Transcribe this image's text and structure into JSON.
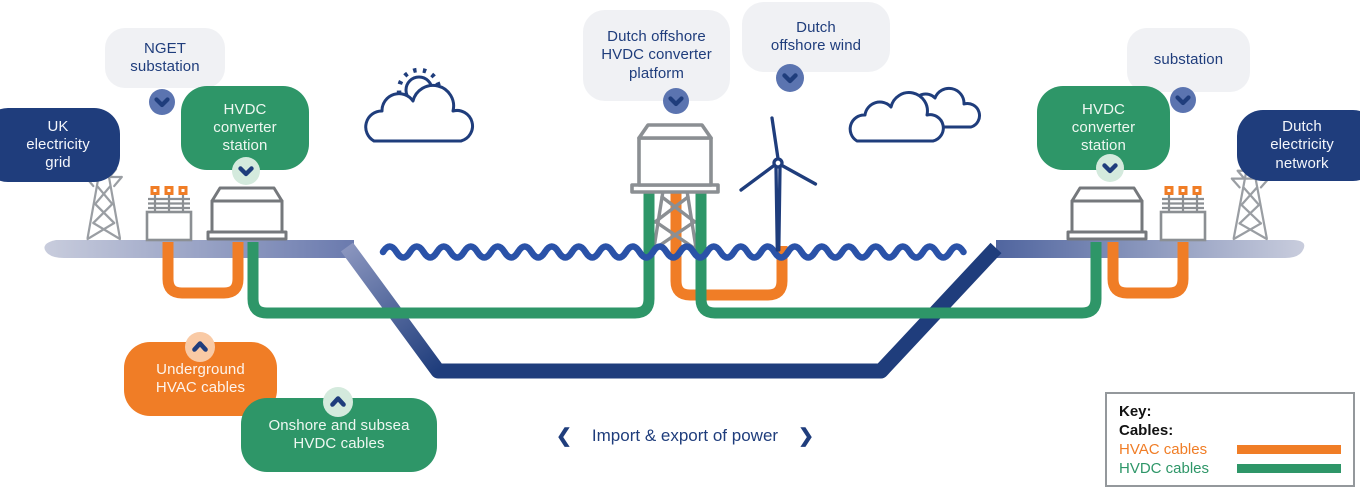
{
  "diagram": {
    "description": "Interconnector power flow diagram between UK and Dutch electricity grids",
    "bubbles": {
      "nget_substation": {
        "label": "NGET\nsubstation",
        "style": "gray"
      },
      "uk_grid": {
        "label": "UK\nelectricity\ngrid",
        "style": "navy"
      },
      "hvdc_station_left": {
        "label": "HVDC\nconverter\nstation",
        "style": "green"
      },
      "offshore_platform": {
        "label": "Dutch offshore\nHVDC converter\nplatform",
        "style": "gray"
      },
      "offshore_wind": {
        "label": "Dutch\noffshore wind",
        "style": "gray"
      },
      "substation_right": {
        "label": "substation",
        "style": "gray"
      },
      "hvdc_station_right": {
        "label": "HVDC\nconverter\nstation",
        "style": "green"
      },
      "dutch_network": {
        "label": "Dutch\nelectricity\nnetwork",
        "style": "navy"
      },
      "underground_hvac": {
        "label": "Underground\nHVAC cables",
        "style": "orange"
      },
      "onshore_subsea_hvdc": {
        "label": "Onshore and subsea\nHVDC cables",
        "style": "green"
      }
    },
    "caption": {
      "text": "Import & export of power",
      "left_arrow": "❮",
      "right_arrow": "❯"
    },
    "key": {
      "title": "Key:",
      "cables_heading": "Cables:",
      "items": [
        {
          "label": "HVAC cables",
          "color": "#f07d26"
        },
        {
          "label": "HVDC cables",
          "color": "#2e9668"
        }
      ]
    },
    "icons": [
      "transmission-pylon-icon",
      "transformer-icon",
      "converter-station-icon",
      "offshore-platform-icon",
      "wind-turbine-icon",
      "sun-icon",
      "cloud-icon",
      "sea-waves-icon",
      "chevron-down-icon",
      "chevron-up-icon"
    ],
    "colors": {
      "navy": "#1f3d7c",
      "sea_blue": "#2a52a8",
      "green": "#2e9668",
      "orange": "#f07d26",
      "slate_marker": "#5b74b0",
      "mint_marker": "#d4eadd",
      "peach_marker": "#f9caa5",
      "bubble_gray": "#f0f1f4",
      "land_light": "#c9cddd",
      "land_slate": "#6a7aae",
      "icon_gray": "#8b8f93"
    }
  }
}
